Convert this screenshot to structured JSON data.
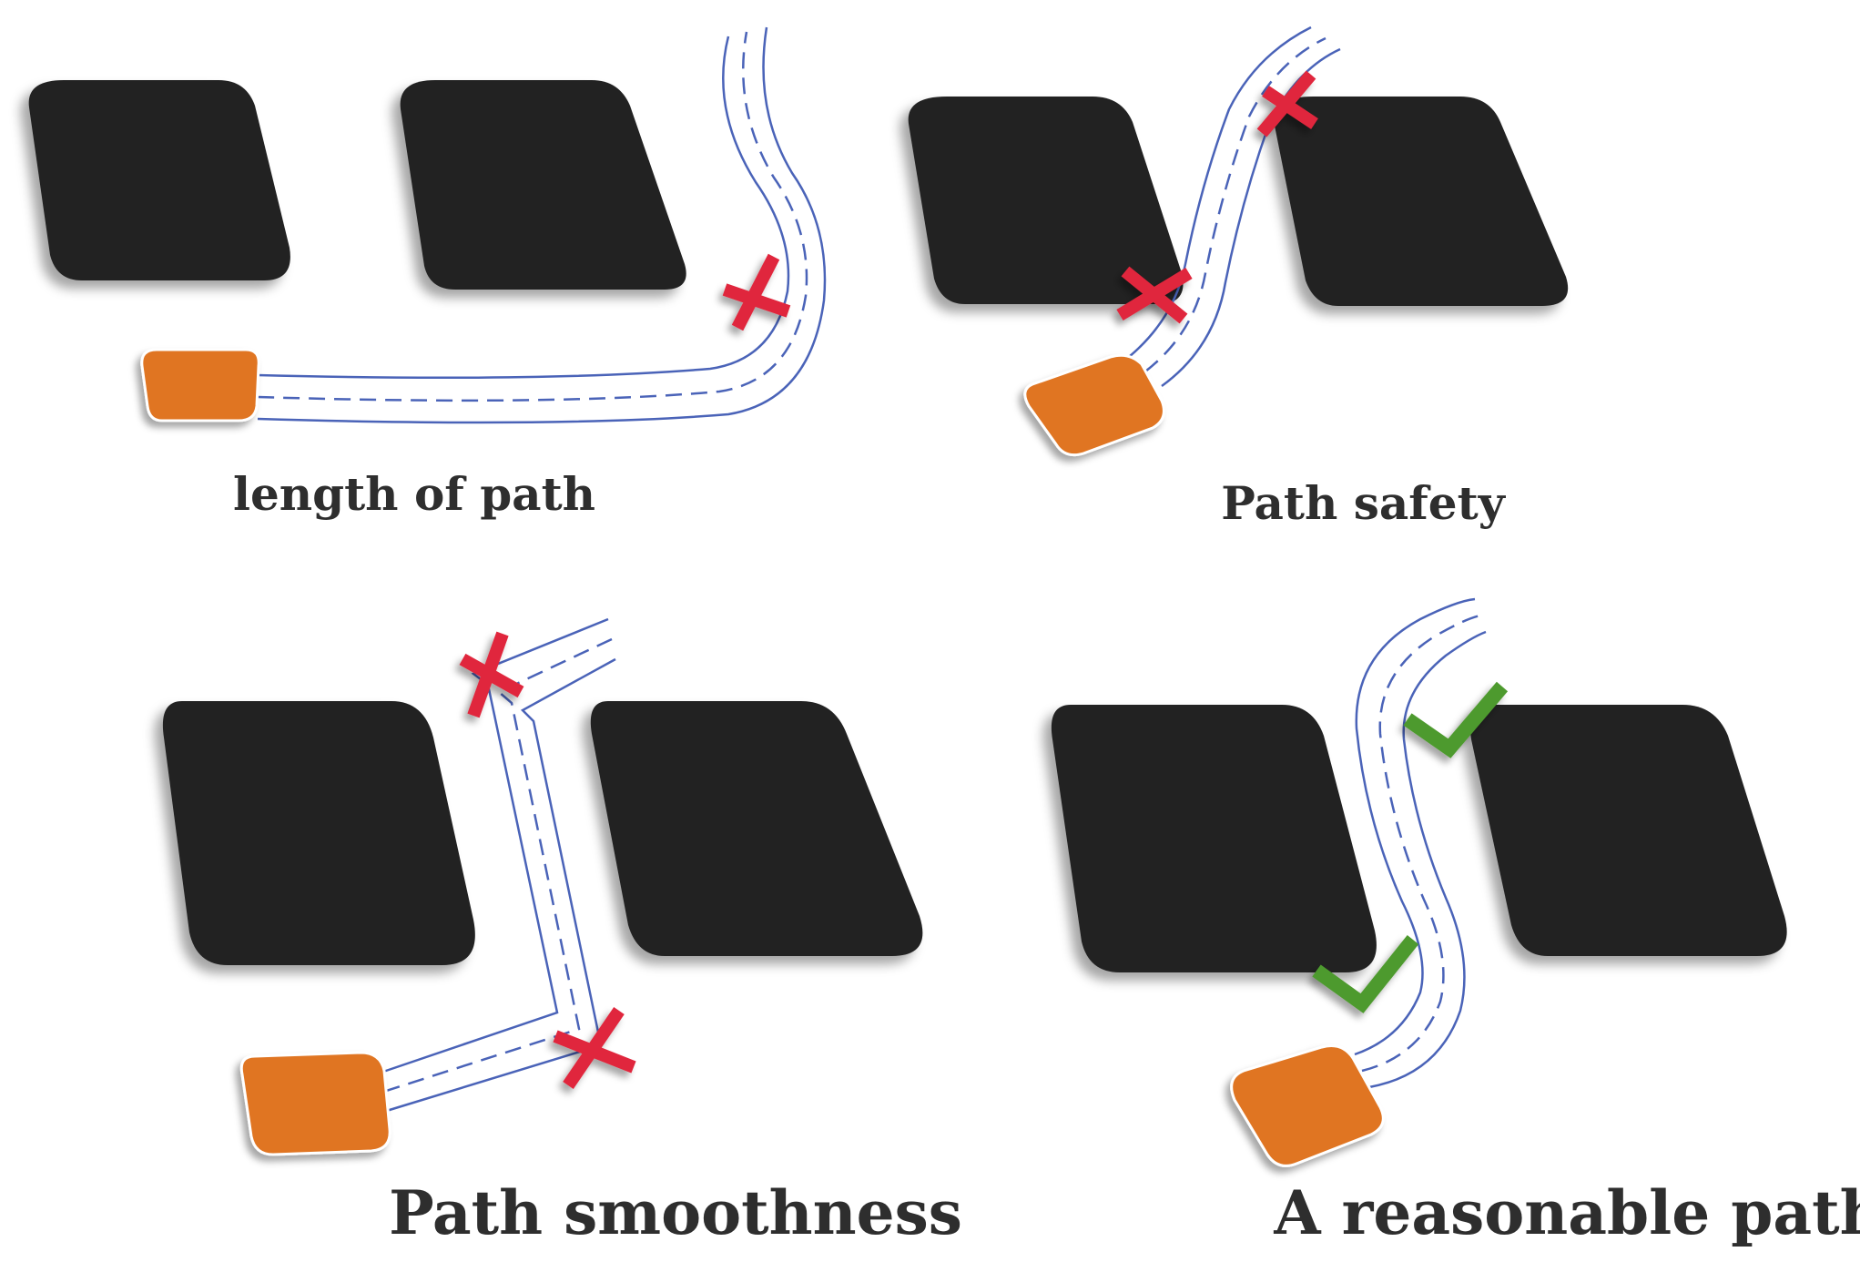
{
  "colors": {
    "obstacle": "#222222",
    "robot": "#e07520",
    "path_line": "#4a63b8",
    "bad_mark": "#e0283c",
    "good_mark": "#4e9a2e",
    "caption": "#2e2e2e"
  },
  "panels": [
    {
      "id": "length",
      "caption": "length of path",
      "marks": [
        "cross-mark"
      ]
    },
    {
      "id": "safety",
      "caption": "Path safety",
      "marks": [
        "cross-mark",
        "cross-mark"
      ]
    },
    {
      "id": "smoothness",
      "caption": "Path smoothness",
      "marks": [
        "cross-mark",
        "cross-mark"
      ]
    },
    {
      "id": "reasonable",
      "caption": "A reasonable path",
      "marks": [
        "check-mark",
        "check-mark"
      ]
    }
  ]
}
